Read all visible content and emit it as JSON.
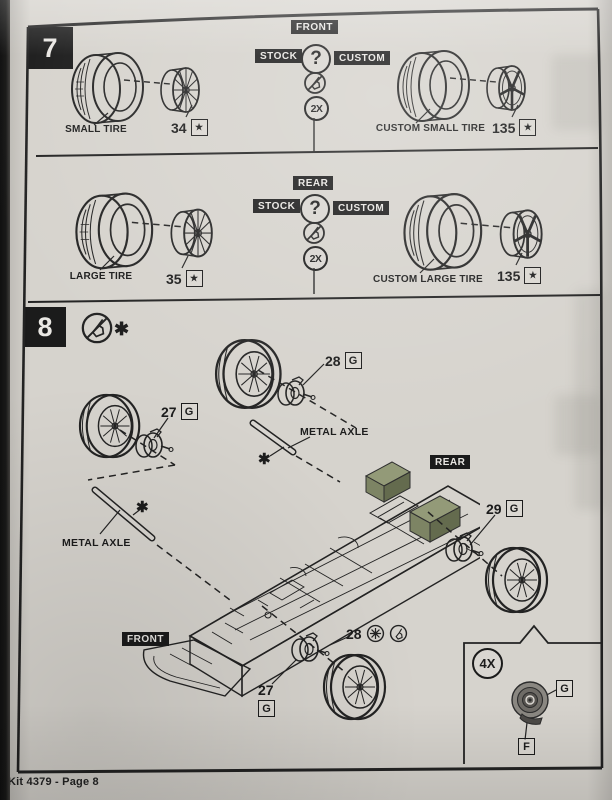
{
  "document": {
    "footer": "Kit 4379 - Page 8"
  },
  "symbols": {
    "part_star": "★",
    "note_star": "✱",
    "question": "?"
  },
  "step7": {
    "number": "7",
    "front": {
      "section_label": "FRONT",
      "stock_label": "STOCK",
      "custom_label": "CUSTOM",
      "quantity": "2X",
      "stock_assembly": {
        "tire_label": "SMALL TIRE",
        "wheel_part": "34"
      },
      "custom_assembly": {
        "tire_label": "CUSTOM SMALL TIRE",
        "wheel_part": "135"
      }
    },
    "rear": {
      "section_label": "REAR",
      "stock_label": "STOCK",
      "custom_label": "CUSTOM",
      "quantity": "2X",
      "stock_assembly": {
        "tire_label": "LARGE TIRE",
        "wheel_part": "35"
      },
      "custom_assembly": {
        "tire_label": "CUSTOM LARGE TIRE",
        "wheel_part": "135"
      }
    }
  },
  "step8": {
    "number": "8",
    "rear_label": "REAR",
    "front_label": "FRONT",
    "metal_axle_label_right": "METAL AXLE",
    "metal_axle_label_left": "METAL AXLE",
    "wheel_top_right": {
      "part": "28",
      "sprue": "G"
    },
    "wheel_top_left": {
      "part": "27",
      "sprue": "G"
    },
    "wheel_rear": {
      "part": "29",
      "sprue": "G"
    },
    "hub_front": {
      "part": "28"
    },
    "wheel_front": {
      "part": "27",
      "sprue": "G"
    },
    "detail_callout": {
      "quantity": "4X",
      "outer_part": "G",
      "inner_part": "F"
    }
  }
}
